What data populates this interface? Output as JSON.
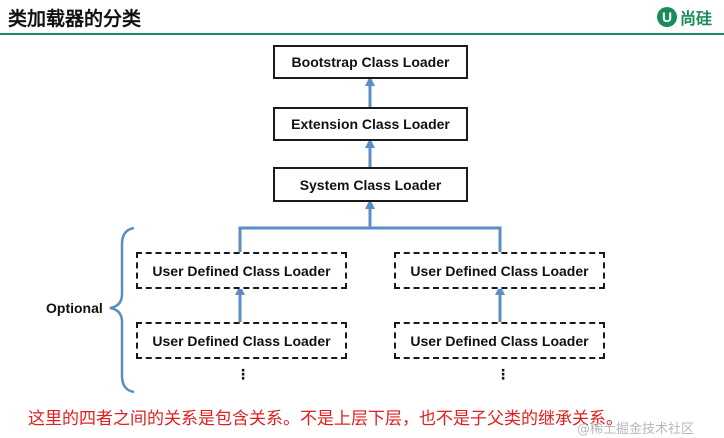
{
  "slide": {
    "title": "类加载器的分类",
    "logo_mark": "U",
    "logo_text": "尚硅",
    "accent_color": "#1a8b5a",
    "arrow_color": "#5b8fc4"
  },
  "diagram": {
    "bootstrap": "Bootstrap Class Loader",
    "extension": "Extension Class Loader",
    "system": "System Class Loader",
    "user_defined_left_top": "User Defined Class Loader",
    "user_defined_left_bottom": "User Defined Class Loader",
    "user_defined_right_top": "User Defined Class Loader",
    "user_defined_right_bottom": "User Defined Class Loader",
    "optional_label": "Optional",
    "ellipsis_left": "⋮",
    "ellipsis_right": "⋮"
  },
  "caption": "这里的四者之间的关系是包含关系。不是上层下层，也不是子父类的继承关系。",
  "watermark": "@稀土掘金技术社区"
}
